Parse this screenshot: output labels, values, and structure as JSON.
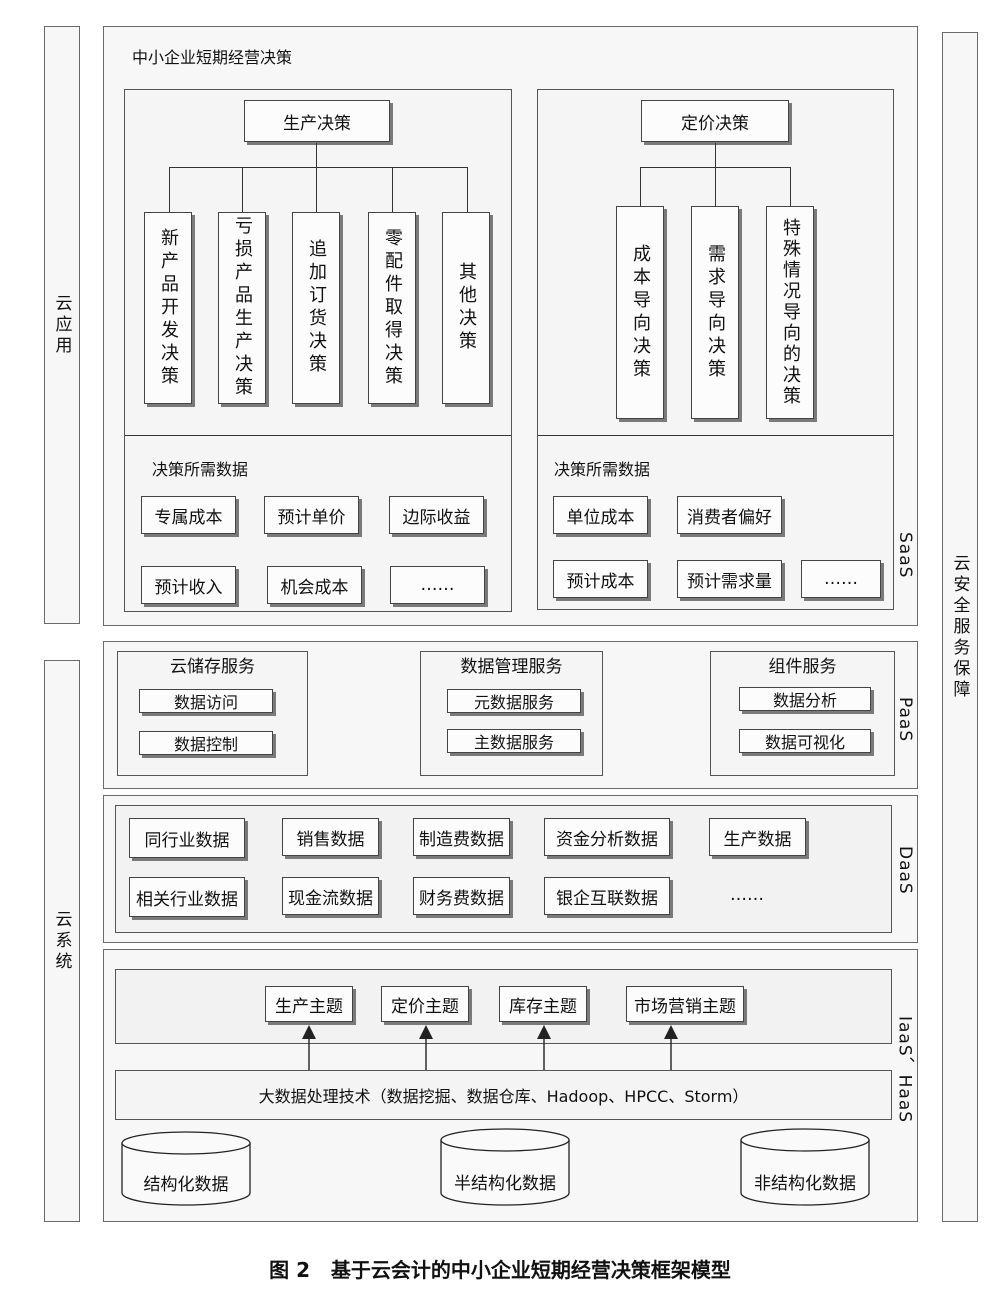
{
  "side": {
    "cloud_app": "云应用",
    "cloud_system": "云系统",
    "cloud_security": "云安全服务保障"
  },
  "saas": {
    "title": "中小企业短期经营决策",
    "layer_label": "SaaS",
    "production": {
      "head": "生产决策",
      "items": [
        "新产品开发决策",
        "亏损产品生产决策",
        "追加订货决策",
        "零配件取得决策",
        "其他决策"
      ],
      "data_title": "决策所需数据",
      "data": [
        "专属成本",
        "预计单价",
        "边际收益",
        "预计收入",
        "机会成本",
        "……"
      ]
    },
    "pricing": {
      "head": "定价决策",
      "items": [
        "成本导向决策",
        "需求导向决策",
        "特殊情况导向的决策"
      ],
      "data_title": "决策所需数据",
      "data": [
        "单位成本",
        "消费者偏好",
        "预计成本",
        "预计需求量",
        "……"
      ]
    }
  },
  "paas": {
    "layer_label": "PaaS",
    "groups": [
      {
        "title": "云储存服务",
        "items": [
          "数据访问",
          "数据控制"
        ]
      },
      {
        "title": "数据管理服务",
        "items": [
          "元数据服务",
          "主数据服务"
        ]
      },
      {
        "title": "组件服务",
        "items": [
          "数据分析",
          "数据可视化"
        ]
      }
    ]
  },
  "daas": {
    "layer_label": "DaaS",
    "row1": [
      "同行业数据",
      "销售数据",
      "制造费数据",
      "资金分析数据",
      "生产数据"
    ],
    "row2": [
      "相关行业数据",
      "现金流数据",
      "财务费数据",
      "银企互联数据",
      "……"
    ]
  },
  "iaas": {
    "layer_label": "IaaS、HaaS",
    "themes": [
      "生产主题",
      "定价主题",
      "库存主题",
      "市场营销主题"
    ],
    "tech": "大数据处理技术（数据挖掘、数据仓库、Hadoop、HPCC、Storm）",
    "stores": [
      "结构化数据",
      "半结构化数据",
      "非结构化数据"
    ]
  },
  "caption": "图 2   基于云会计的中小企业短期经营决策框架模型"
}
